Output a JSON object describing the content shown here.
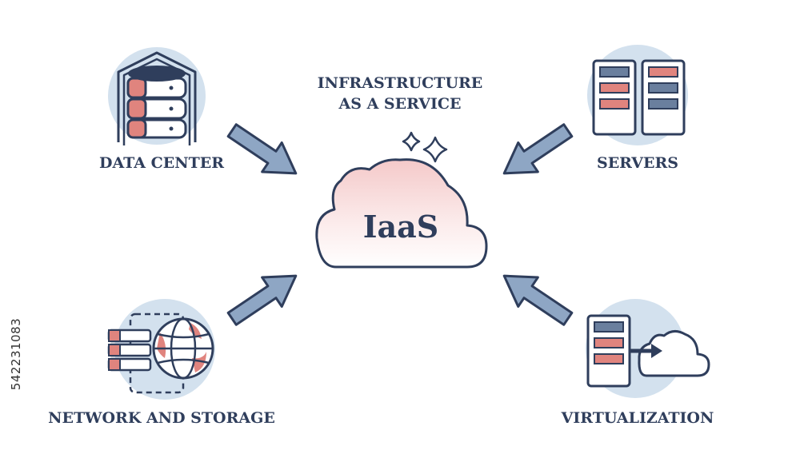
{
  "title": {
    "line1": "INFRASTRUCTURE",
    "line2": "AS A SERVICE"
  },
  "center": {
    "label": "IaaS"
  },
  "nodes": {
    "data_center": "DATA CENTER",
    "servers": "SERVERS",
    "network_storage": "NETWORK AND STORAGE",
    "virtualization": "VIRTUALIZATION"
  },
  "side_id": "542231083",
  "colors": {
    "outline": "#2f3e5c",
    "accent_red": "#e0847e",
    "pink_light": "#f5d9d9",
    "blue_circle": "#d3e1ee",
    "arrow_fill": "#8ea6c4"
  }
}
